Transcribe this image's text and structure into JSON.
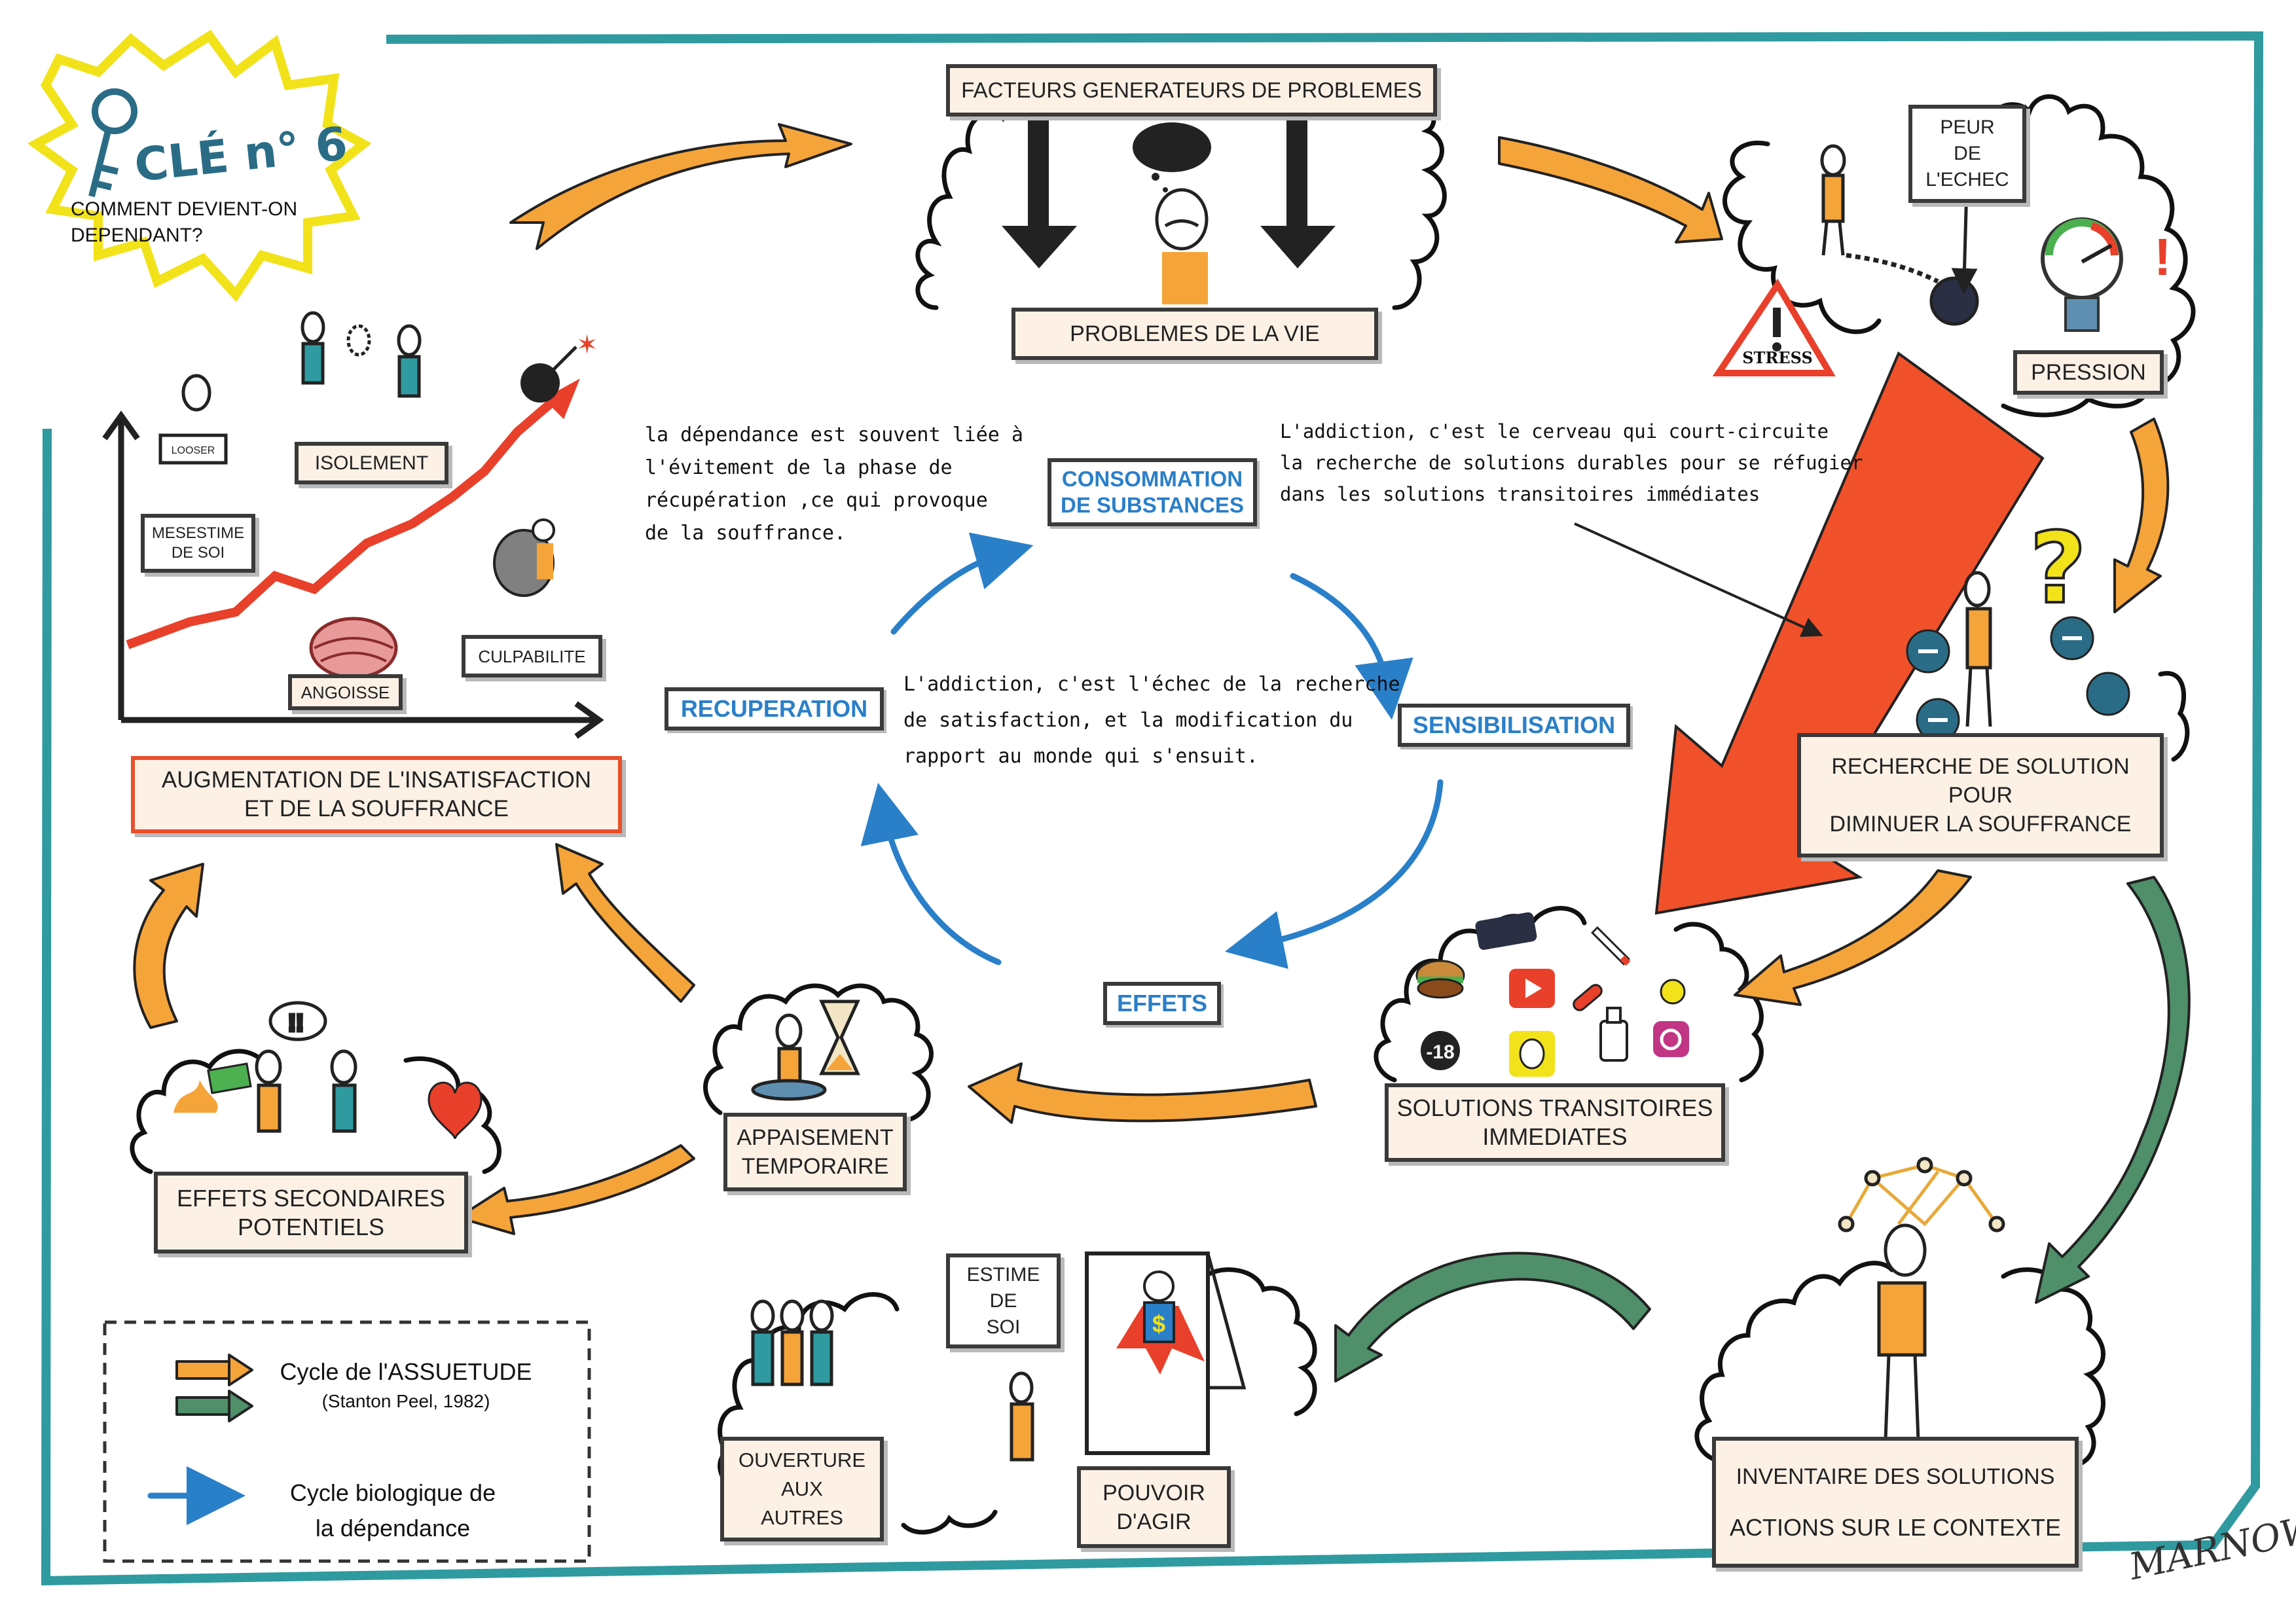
{
  "title": {
    "key_label": "CLÉ n° 6",
    "question": "COMMENT DEVIENT-ON DEPENDANT?"
  },
  "boxes": {
    "facteurs": "FACTEURS GENERATEURS DE PROBLEMES",
    "problemes": "PROBLEMES DE LA VIE",
    "peur": "PEUR\nDE\nL'ECHEC",
    "stress": "STRESS",
    "pression": "PRESSION",
    "recherche": "RECHERCHE DE SOLUTION\nPOUR\nDIMINUER LA SOUFFRANCE",
    "solutions_transitoires": "SOLUTIONS TRANSITOIRES\nIMMEDIATES",
    "appaisement": "APPAISEMENT\nTEMPORAIRE",
    "effets_secondaires": "EFFETS SECONDAIRES\nPOTENTIELS",
    "augmentation": "AUGMENTATION DE L'INSATISFACTION\nET DE LA SOUFFRANCE",
    "mesestime": "MESESTIME\nDE SOI",
    "isolement": "ISOLEMENT",
    "angoisse": "ANGOISSE",
    "culpabilite": "CULPABILITE",
    "looser": "LOOSER",
    "inventaire_1": "INVENTAIRE DES SOLUTIONS",
    "inventaire_2": "ACTIONS SUR LE CONTEXTE",
    "estime": "ESTIME\nDE\nSOI",
    "ouverture": "OUVERTURE\nAUX\nAUTRES",
    "pouvoir": "POUVOIR\nD'AGIR",
    "minus18": "-18"
  },
  "bio_cycle": {
    "consommation": "CONSOMMATION\nDE SUBSTANCES",
    "sensibilisation": "SENSIBILISATION",
    "effets": "EFFETS",
    "recuperation": "RECUPERATION"
  },
  "notes": {
    "recuperation_note": "la dépendance est souvent liée à\nl'évitement de la phase de\nrécupération ,ce qui provoque\nde la souffrance.",
    "court_circuite": "L'addiction, c'est le cerveau qui court-circuite\nla recherche de solutions durables pour se réfugier\ndans les solutions transitoires immédiates",
    "echec": "L'addiction, c'est l'échec de la recherche\nde satisfaction, et la modification du\nrapport au monde qui s'ensuit."
  },
  "legend": {
    "cycle_assuetude": "Cycle de l'ASSUETUDE",
    "citation": "(Stanton Peel, 1982)",
    "cycle_bio_1": "Cycle biologique de",
    "cycle_bio_2": "la dépendance"
  },
  "signature": "MARNOWI",
  "colors": {
    "frame": "#2f9aa0",
    "orange": "#f5a43a",
    "green": "#4f8f6a",
    "blue": "#2a7fc9",
    "big_arrow": "#f0512a",
    "graph_line": "#e8402a"
  },
  "icons": [
    "key-icon",
    "storm-cloud-icon",
    "sad-person-icon",
    "chain-ball-icon",
    "stress-warning-icon",
    "pressure-gauge-icon",
    "question-mark-icon",
    "burger-icon",
    "youtube-icon",
    "snapchat-icon",
    "instagram-icon",
    "cigarette-icon",
    "bottle-icon",
    "phone-icon",
    "hourglass-icon",
    "meditating-person-icon",
    "heart-icon",
    "bomb-icon",
    "brain-icon",
    "rock-burden-icon",
    "superhero-icon",
    "network-head-icon",
    "group-people-icon"
  ]
}
